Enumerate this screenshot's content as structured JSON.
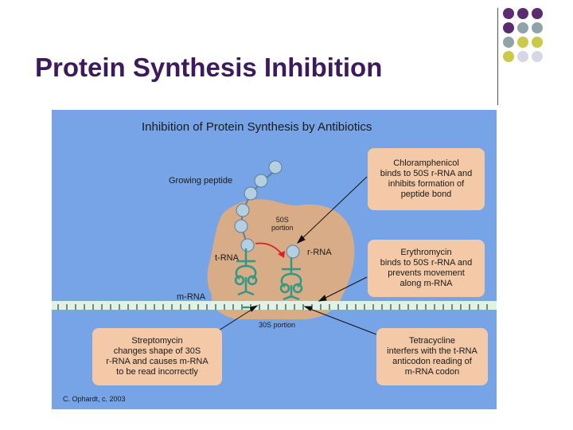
{
  "slide": {
    "title": "Protein Synthesis Inhibition",
    "dot_colors": [
      "#5a2b6e",
      "#8fa3a8",
      "#c9c94a",
      "#d6d6e6"
    ]
  },
  "figure": {
    "title": "Inhibition of Protein Synthesis by Antibiotics",
    "labels": {
      "growing_peptide": "Growing peptide",
      "portion_50s_num": "50S",
      "portion_50s_word": "portion",
      "rrna": "r-RNA",
      "trna": "t-RNA",
      "mrna": "m-RNA",
      "portion_30s": "30S portion",
      "credit": "C. Ophardt, c. 2003"
    },
    "callouts": {
      "chloramphenicol": [
        "Chloramphenicol",
        "binds to 50S r-RNA and",
        "inhibits formation of",
        "peptide bond"
      ],
      "erythromycin": [
        "Erythromycin",
        "binds to 50S r-RNA and",
        "prevents movement",
        "along m-RNA"
      ],
      "streptomycin": [
        "Streptomycin",
        "changes shape of 30S",
        "r-RNA and causes m-RNA",
        "to be read incorrectly"
      ],
      "tetracycline": [
        "Tetracycline",
        "interfers with the t-RNA",
        "anticodon reading of",
        "m-RNA codon"
      ]
    },
    "colors": {
      "background": "#76a4e6",
      "ribosome": "#d8ac86",
      "callout": "#f3c9a7",
      "mrna_strand": "#e0f2e8",
      "trna": "#2e9a86",
      "amino_acid": "#b6cfe0",
      "arrow_red": "#e02020"
    }
  }
}
